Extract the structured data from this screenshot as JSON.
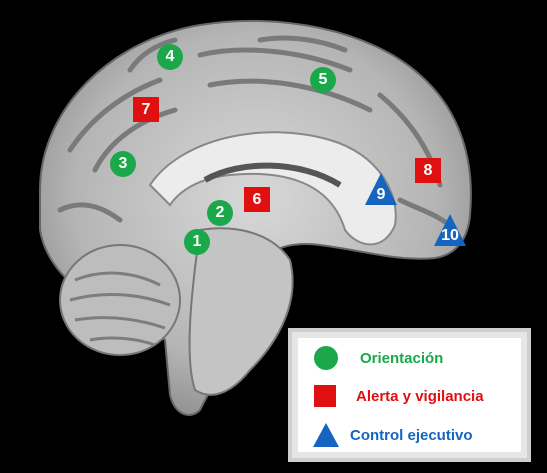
{
  "markers": [
    {
      "label": "1",
      "shape": "circle"
    },
    {
      "label": "2",
      "shape": "circle"
    },
    {
      "label": "3",
      "shape": "circle"
    },
    {
      "label": "4",
      "shape": "circle"
    },
    {
      "label": "5",
      "shape": "circle"
    },
    {
      "label": "6",
      "shape": "square"
    },
    {
      "label": "7",
      "shape": "square"
    },
    {
      "label": "8",
      "shape": "square"
    },
    {
      "label": "9",
      "shape": "triangle"
    },
    {
      "label": "10",
      "shape": "triangle"
    }
  ],
  "legend": {
    "items": [
      {
        "label": "Orientación",
        "shape": "circle",
        "color": "#1aa84b"
      },
      {
        "label": "Alerta y vigilancia",
        "shape": "square",
        "color": "#e01010"
      },
      {
        "label": "Control ejecutivo",
        "shape": "triangle",
        "color": "#1565c0"
      }
    ]
  },
  "colors": {
    "orientation": "#1aa84b",
    "alert": "#e01010",
    "executive": "#1565c0",
    "background": "#000000"
  }
}
